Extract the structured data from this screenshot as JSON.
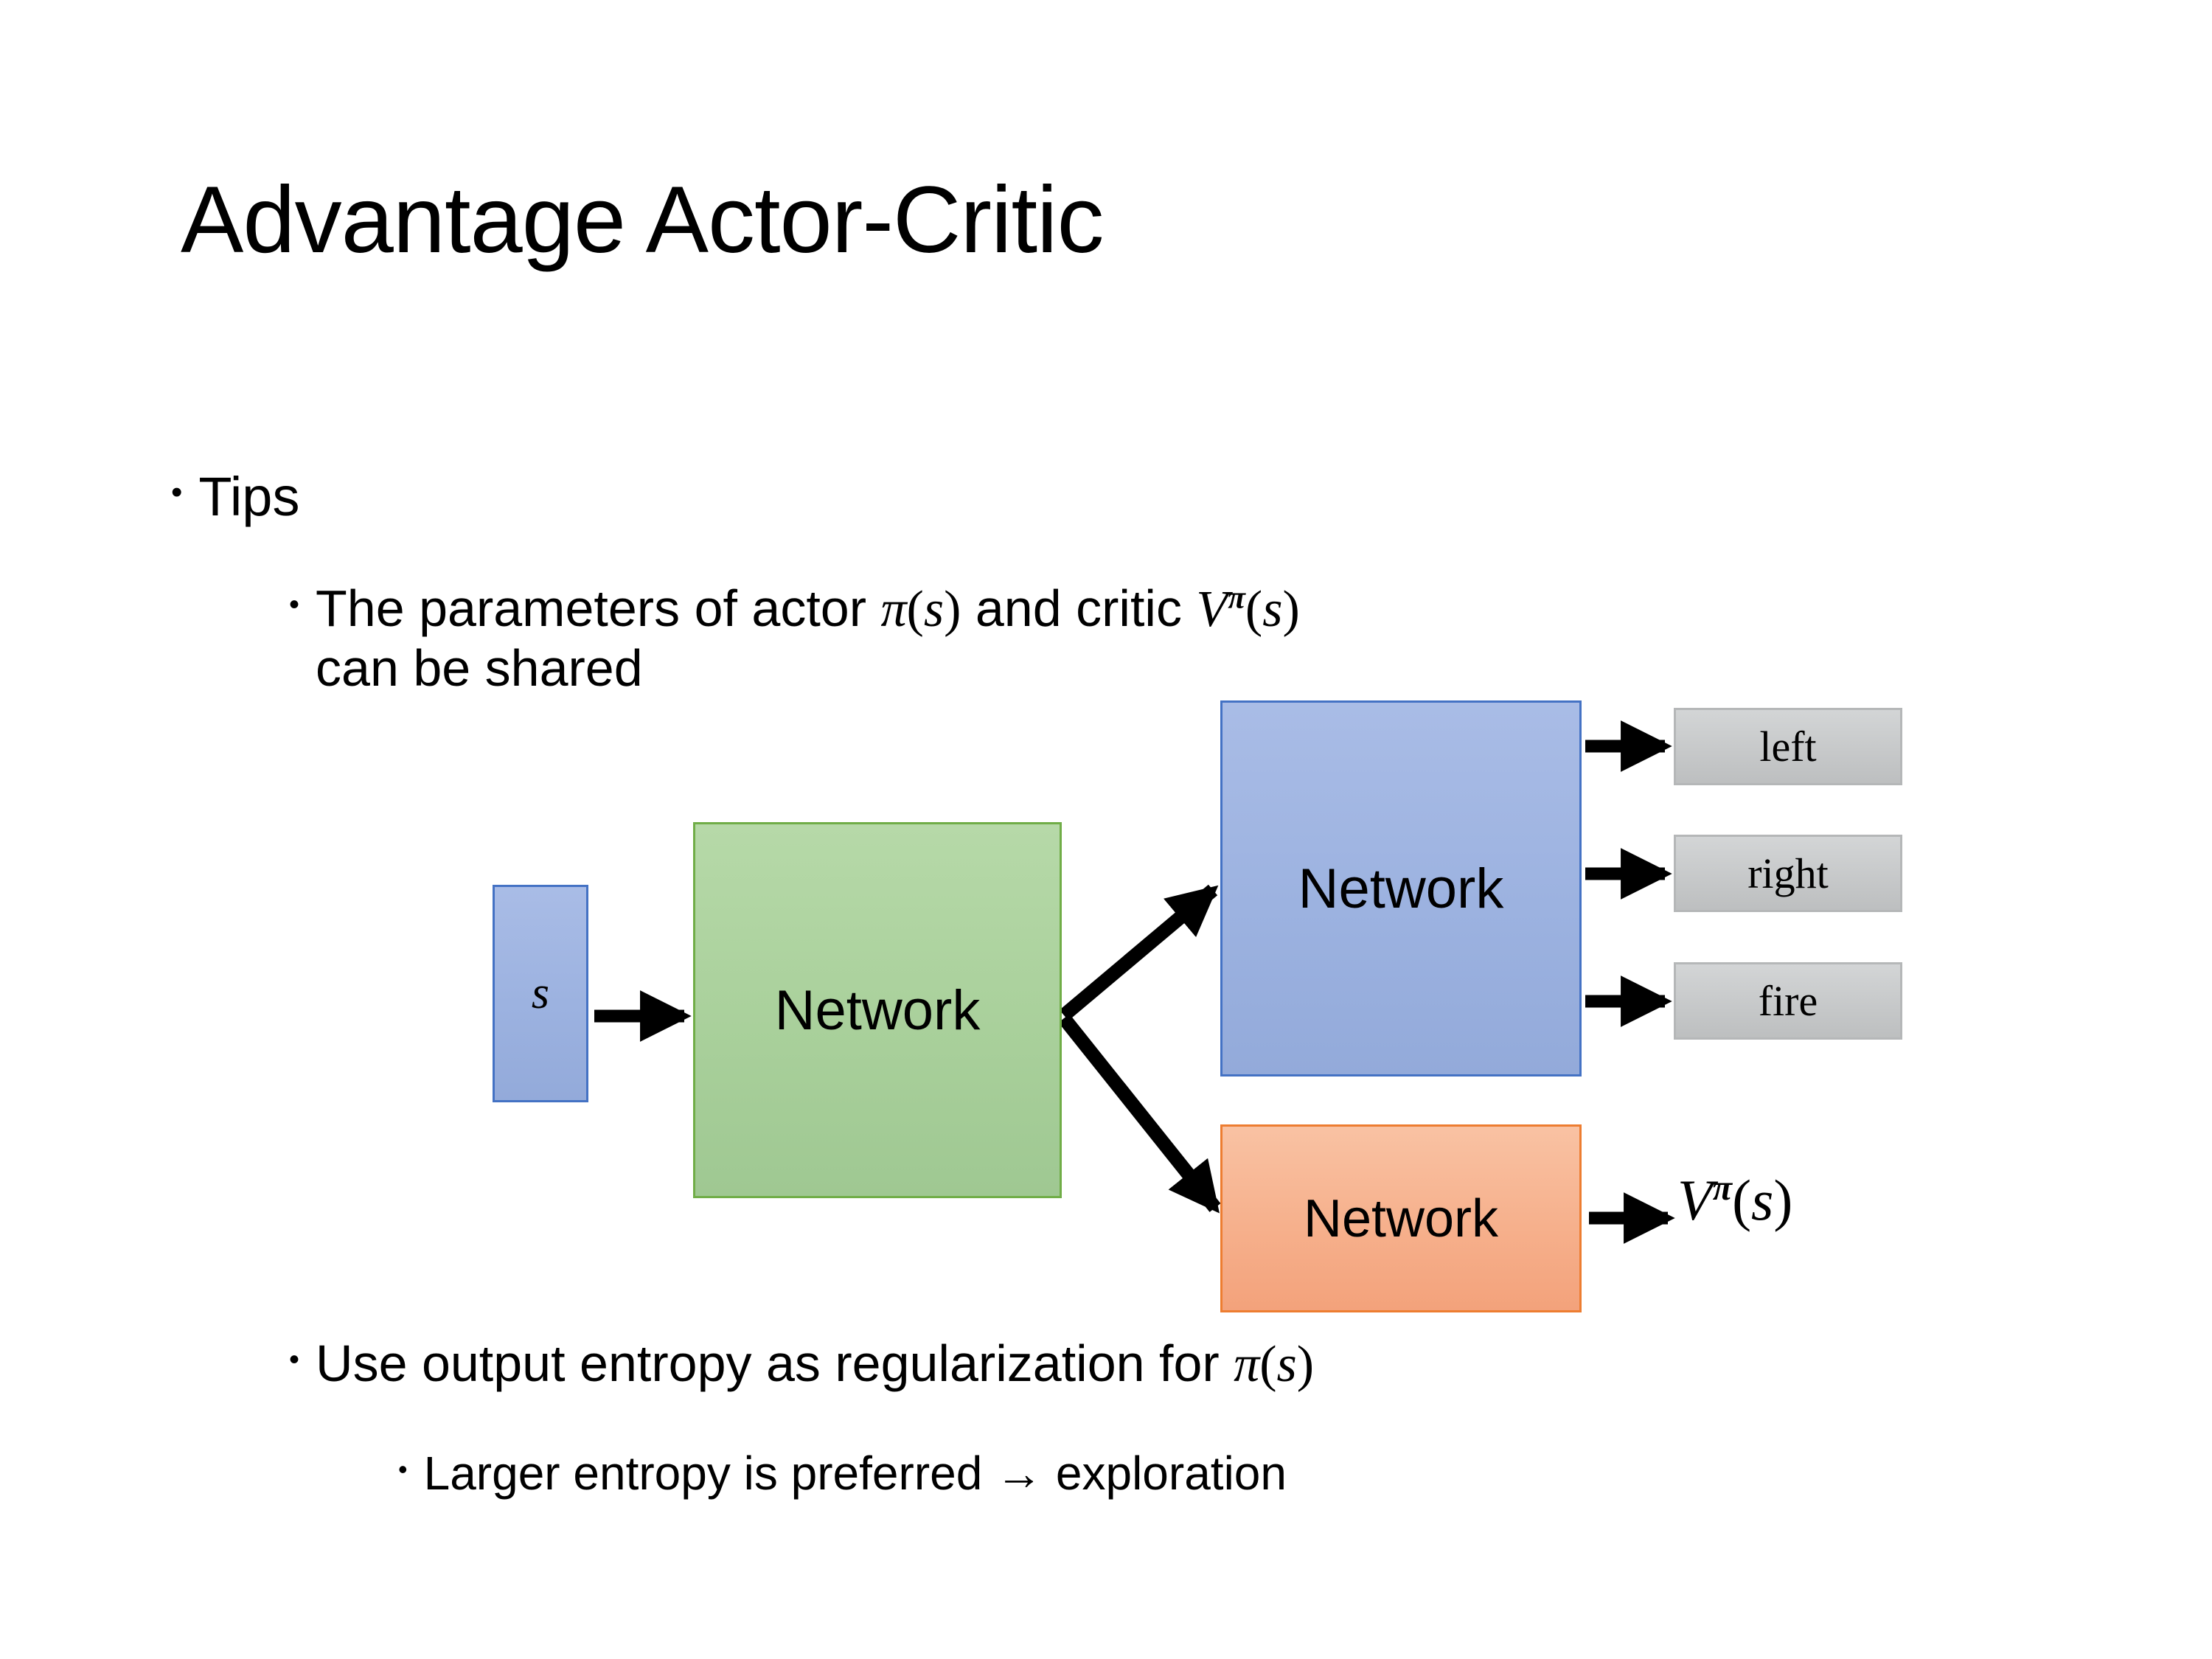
{
  "slide": {
    "title": "Advantage Actor-Critic",
    "background_color": "#ffffff",
    "text_color": "#000000"
  },
  "bullets": {
    "tips": {
      "marker": "•",
      "text": "Tips"
    },
    "shared_prefix": "The parameters of actor ",
    "shared_actor_math": "π(s)",
    "shared_middle": "  and critic ",
    "shared_critic_math": "V^π(s)",
    "shared_suffix": "can be shared",
    "entropy_prefix": "Use output entropy as regularization for ",
    "entropy_math": "π(s)",
    "exploration": "Larger entropy is preferred → exploration",
    "marker": "•"
  },
  "diagram": {
    "state_label": "s",
    "shared_network_label": "Network",
    "actor_network_label": "Network",
    "critic_network_label": "Network",
    "actions": [
      "left",
      "right",
      "fire"
    ],
    "value_output": "V^π(s)",
    "colors": {
      "state_fill": "#9cb2e0",
      "state_border": "#4472C4",
      "shared_fill": "#a9d09b",
      "shared_border": "#70AD47",
      "actor_fill": "#9cb2e0",
      "actor_border": "#4472C4",
      "critic_fill": "#f6b08c",
      "critic_border": "#ED7D31",
      "output_fill": "#c9cbcc",
      "output_border": "#b5b7b8",
      "arrow": "#000000"
    }
  }
}
